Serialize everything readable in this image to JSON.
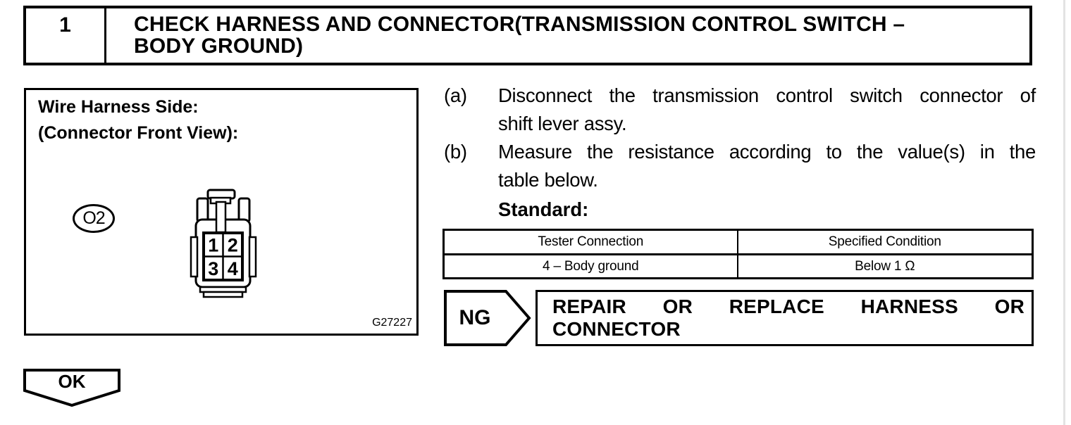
{
  "header": {
    "step_number": "1",
    "title_lines": [
      "CHECK HARNESS AND CONNECTOR(TRANSMISSION CONTROL SWITCH –",
      "BODY GROUND)"
    ]
  },
  "figure": {
    "caption_lines": [
      "Wire Harness Side:",
      "(Connector Front View):"
    ],
    "connector_id": "O2",
    "pins": [
      "1",
      "2",
      "3",
      "4"
    ],
    "figure_code": "G27227"
  },
  "steps": [
    {
      "marker": "(a)",
      "lines": [
        "Disconnect the transmission control switch connector of",
        "shift lever assy."
      ]
    },
    {
      "marker": "(b)",
      "lines": [
        "Measure the resistance according to the value(s) in the",
        "table below."
      ]
    }
  ],
  "standard_label": "Standard:",
  "table": {
    "headers": [
      "Tester Connection",
      "Specified Condition"
    ],
    "rows": [
      [
        "4 – Body ground",
        "Below 1 Ω"
      ]
    ]
  },
  "ng": {
    "label": "NG",
    "action_lines": [
      "REPAIR OR REPLACE HARNESS OR",
      "CONNECTOR"
    ]
  },
  "ok": {
    "label": "OK"
  },
  "colors": {
    "ink": "#000000",
    "paper": "#ffffff"
  }
}
